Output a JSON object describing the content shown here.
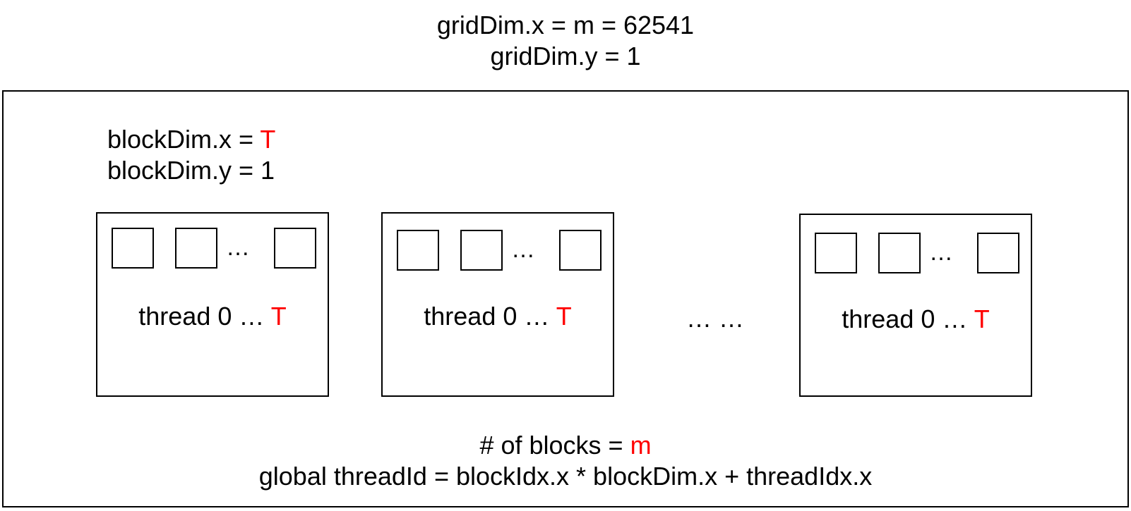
{
  "grid": {
    "dim_x_line": "gridDim.x = m = 62541",
    "dim_y_line": "gridDim.y = 1"
  },
  "block_dims": {
    "x_prefix": "blockDim.x = ",
    "x_value": "T",
    "y_line": "blockDim.y = 1"
  },
  "blocks": [
    {
      "ellipsis": "…",
      "label_prefix": "thread 0 … ",
      "label_value": "T"
    },
    {
      "ellipsis": "…",
      "label_prefix": "thread 0 … ",
      "label_value": "T"
    },
    {
      "ellipsis": "…",
      "label_prefix": "thread 0 … ",
      "label_value": "T"
    }
  ],
  "between_blocks": "… …",
  "footer": {
    "blocks_prefix": "# of blocks = ",
    "blocks_value": "m",
    "formula": "global threadId = blockIdx.x * blockDim.x + threadIdx.x"
  },
  "colors": {
    "highlight": "#ff0000",
    "line": "#000000"
  }
}
